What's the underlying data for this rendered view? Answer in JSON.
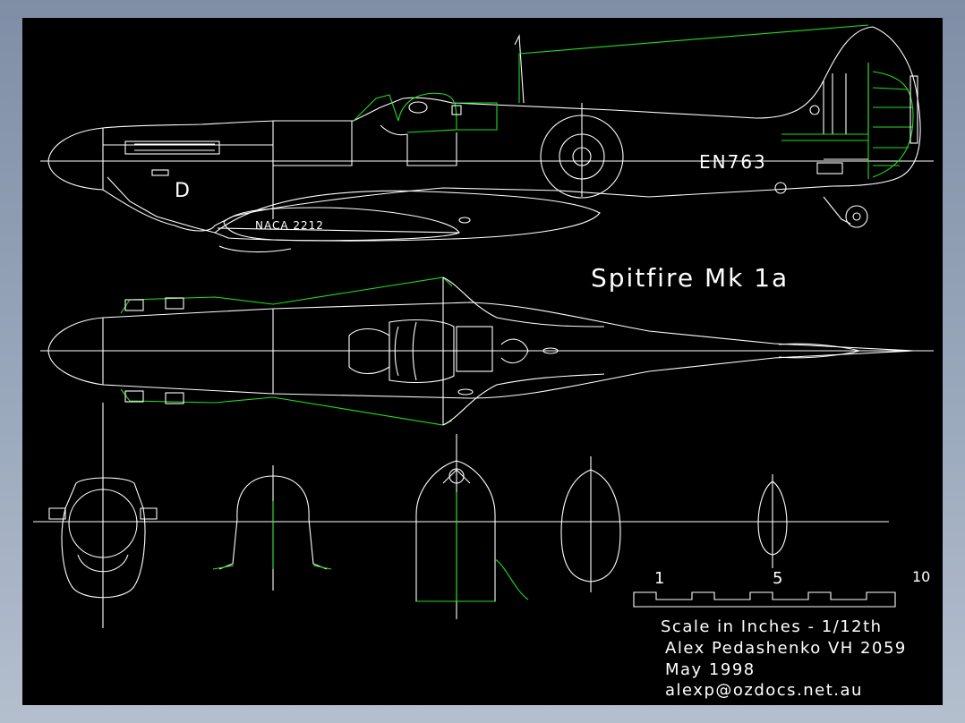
{
  "colors": {
    "background": "#000000",
    "line": "#ffffff",
    "accent": "#22dd22"
  },
  "drawing": {
    "title": "Spitfire Mk 1a",
    "serial": "EN763",
    "code_letter": "D",
    "airfoil": "NACA 2212"
  },
  "scale": {
    "label_1": "1",
    "label_5": "5",
    "label_10": "10",
    "caption": "Scale in Inches - 1/12th"
  },
  "credits": {
    "author": "Alex Pedashenko VH 2059",
    "date": "May 1998",
    "email": "alexp@ozdocs.net.au"
  }
}
